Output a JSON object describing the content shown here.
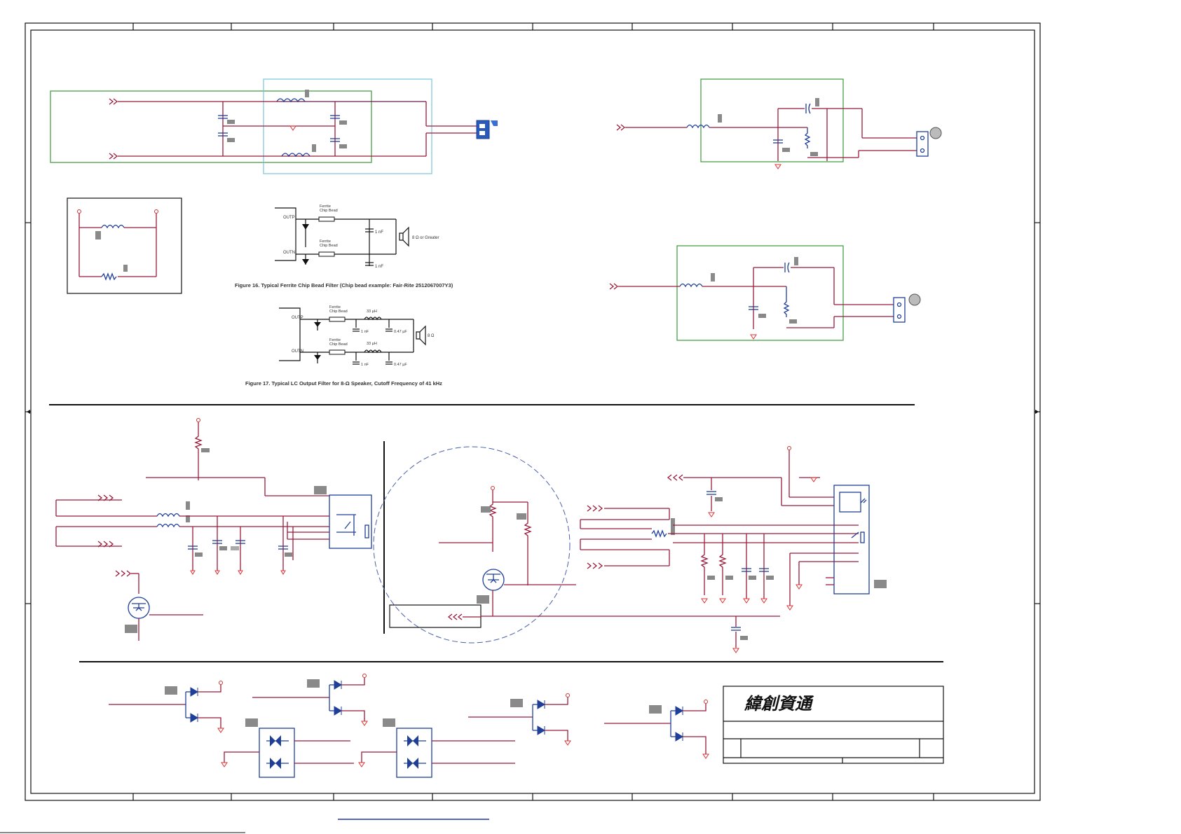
{
  "figures": {
    "fig16": {
      "caption": "Figure 16. Typical Ferrite Chip Bead Filter (Chip bead example: Fair-Rite 2512067007Y3)",
      "outp": "OUTP",
      "outn": "OUTN",
      "bead_top": "Ferrite\nChip Bead",
      "bead_bottom": "Ferrite\nChip Bead",
      "cap_top": "1 nF",
      "cap_bottom": "1 nF",
      "speaker": "8 Ω or Greater"
    },
    "fig17": {
      "caption": "Figure 17. Typical LC Output Filter for 8-Ω Speaker, Cutoff Frequency of 41 kHz",
      "outp": "OUTP",
      "outn": "OUTN",
      "bead_top": "Ferrite\nChip Bead",
      "bead_bottom": "Ferrite\nChip Bead",
      "ind_top": "33 µH",
      "ind_bottom": "33 µH",
      "cap1_top": "1 nF",
      "cap1_bottom": "1 nF",
      "cap2_top": "0.47 µF",
      "cap2_bottom": "0.47 µF",
      "speaker": "8 Ω"
    }
  },
  "title_block": {
    "company": "緯創資通"
  },
  "colors": {
    "wire": "#9b1b3a",
    "component": "#1f3f99",
    "group_box": "#3a9a3a",
    "highlight_box": "#77c4dd",
    "footer_link": "#2233aa"
  }
}
